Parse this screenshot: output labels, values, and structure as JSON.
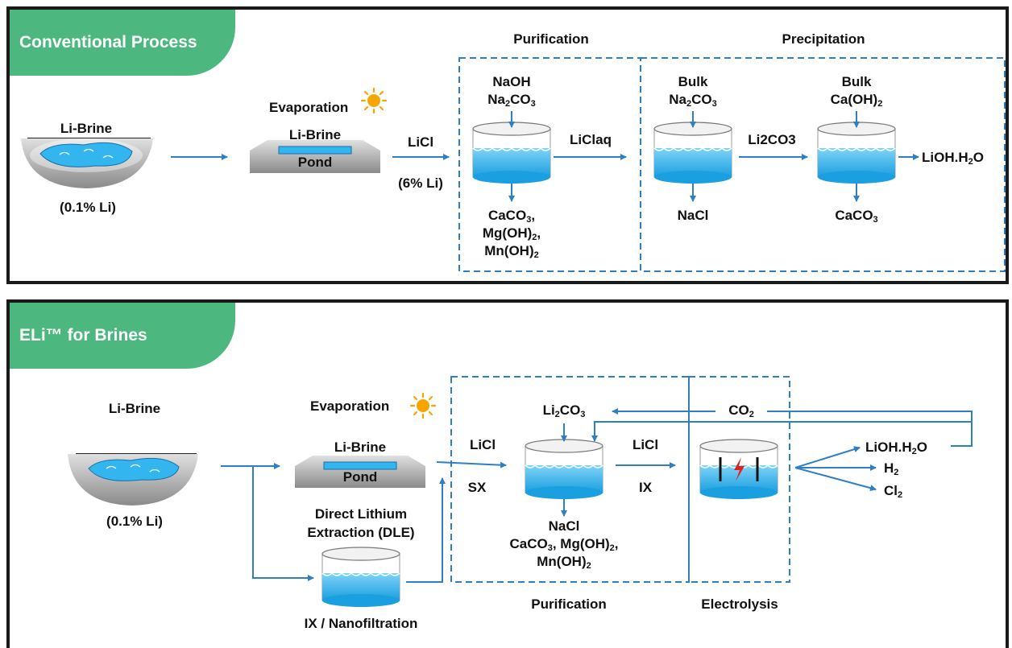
{
  "conventional": {
    "title": "Conventional Process",
    "li_brine": "Li-Brine",
    "brine_conc": "(0.1% Li)",
    "evaporation": "Evaporation",
    "pond_top": "Li-Brine",
    "pond_bottom": "Pond",
    "licl": "LiCl",
    "licl_conc": "(6% Li)",
    "purification": "Purification",
    "precipitation": "Precipitation",
    "naoh": "NaOH",
    "na2co3_a": "Na",
    "na2co3_b": "2",
    "na2co3_c": "CO",
    "na2co3_d": "3",
    "caco3_a": "CaCO",
    "caco3_b": "3",
    "mgoh_a": "Mg(OH)",
    "mgoh_b": "2",
    "mnoh_a": "Mn(OH)",
    "mnoh_b": "2",
    "liclaq": "LiClaq",
    "bulk1": "Bulk",
    "na2co3_2a": "Na",
    "na2co3_2b": "2",
    "na2co3_2c": "CO",
    "na2co3_2d": "3",
    "nacl": "NaCl",
    "li2co3": "Li2CO3",
    "bulk2": "Bulk",
    "caoh_a": "Ca(OH)",
    "caoh_b": "2",
    "caco3_out_a": "CaCO",
    "caco3_out_b": "3",
    "lioh_a": "LiOH.H",
    "lioh_b": "2",
    "lioh_c": "O"
  },
  "eli": {
    "title": "ELi™ for Brines",
    "li_brine": "Li-Brine",
    "brine_conc": "(0.1% Li)",
    "evaporation": "Evaporation",
    "pond_top": "Li-Brine",
    "pond_bottom": "Pond",
    "dle_1": "Direct Lithium",
    "dle_2": "Extraction (DLE)",
    "ix_nano": "IX / Nanofiltration",
    "licl_1": "LiCl",
    "sx": "SX",
    "li2co3_a": "Li",
    "li2co3_b": "2",
    "li2co3_c": "CO",
    "li2co3_d": "3",
    "co2_a": "CO",
    "co2_b": "2",
    "licl_2": "LiCl",
    "ix": "IX",
    "nacl": "NaCl",
    "caco3_a": "CaCO",
    "caco3_b": "3",
    "mgoh_a": ", Mg(OH)",
    "mgoh_b": "2",
    "mgoh_c": ",",
    "mnoh_a": "Mn(OH)",
    "mnoh_b": "2",
    "lioh_a": "LiOH.H",
    "lioh_b": "2",
    "lioh_c": "O",
    "h2_a": "H",
    "h2_b": "2",
    "cl2_a": "Cl",
    "cl2_b": "2",
    "purification": "Purification",
    "electrolysis": "Electrolysis"
  },
  "colors": {
    "accent_green": "#4cb87f",
    "arrow_blue": "#2f7fc4",
    "water_blue": "#33b6f0",
    "sun_orange": "#f7a600"
  }
}
